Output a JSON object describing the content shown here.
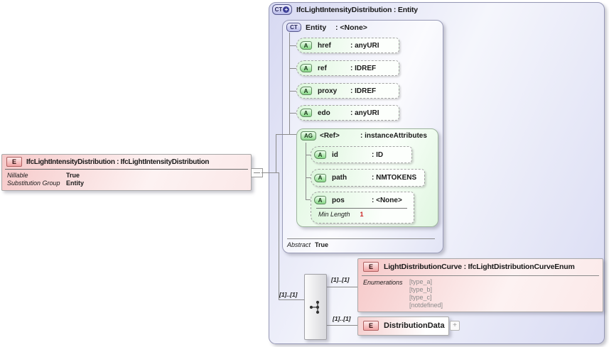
{
  "colors": {
    "complex_type_lavender": "#dcdef4",
    "attribute_green": "#ddf6dd",
    "element_pink": "#f6c9c9",
    "facet_red": "#cc2222",
    "connector_gray": "#8a8a8a"
  },
  "left_element": {
    "badge": "E",
    "title": "IfcLightIntensityDistribution : IfcLightIntensityDistribution",
    "properties": [
      {
        "label": "Nillable",
        "value": "True"
      },
      {
        "label": "Substitution Group",
        "value": "Entity"
      }
    ]
  },
  "complex_type": {
    "badge": "CT",
    "badge_plus": "+",
    "title": "IfcLightIntensityDistribution : Entity",
    "base_type": {
      "badge": "CT",
      "name": "Entity",
      "type": ": <None>",
      "attributes": [
        {
          "badge": "A",
          "name": "href",
          "type": ": anyURI"
        },
        {
          "badge": "A",
          "name": "ref",
          "type": ": IDREF"
        },
        {
          "badge": "A",
          "name": "proxy",
          "type": ": IDREF"
        },
        {
          "badge": "A",
          "name": "edo",
          "type": ": anyURI"
        }
      ],
      "attribute_group": {
        "badge": "AG",
        "name": "<Ref>",
        "type": ": instanceAttributes",
        "attributes": [
          {
            "badge": "A",
            "name": "id",
            "type": ": ID"
          },
          {
            "badge": "A",
            "name": "path",
            "type": ": NMTOKENS"
          },
          {
            "badge": "A",
            "name": "pos",
            "type": ": <None>",
            "facet": {
              "label": "Min Length",
              "value": "1"
            }
          }
        ]
      },
      "property": {
        "label": "Abstract",
        "value": "True"
      }
    },
    "content": {
      "compositor_cardinality": "[1]..[1]",
      "children": [
        {
          "badge": "E",
          "cardinality": "[1]..[1]",
          "title": "LightDistributionCurve : IfcLightDistributionCurveEnum",
          "enumerations_label": "Enumerations",
          "enumerations": [
            "[type_a]",
            "[type_b]",
            "[type_c]",
            "[notdefined]"
          ]
        },
        {
          "badge": "E",
          "cardinality": "[1]..[1]",
          "title": "DistributionData",
          "expand": "+"
        }
      ]
    }
  }
}
